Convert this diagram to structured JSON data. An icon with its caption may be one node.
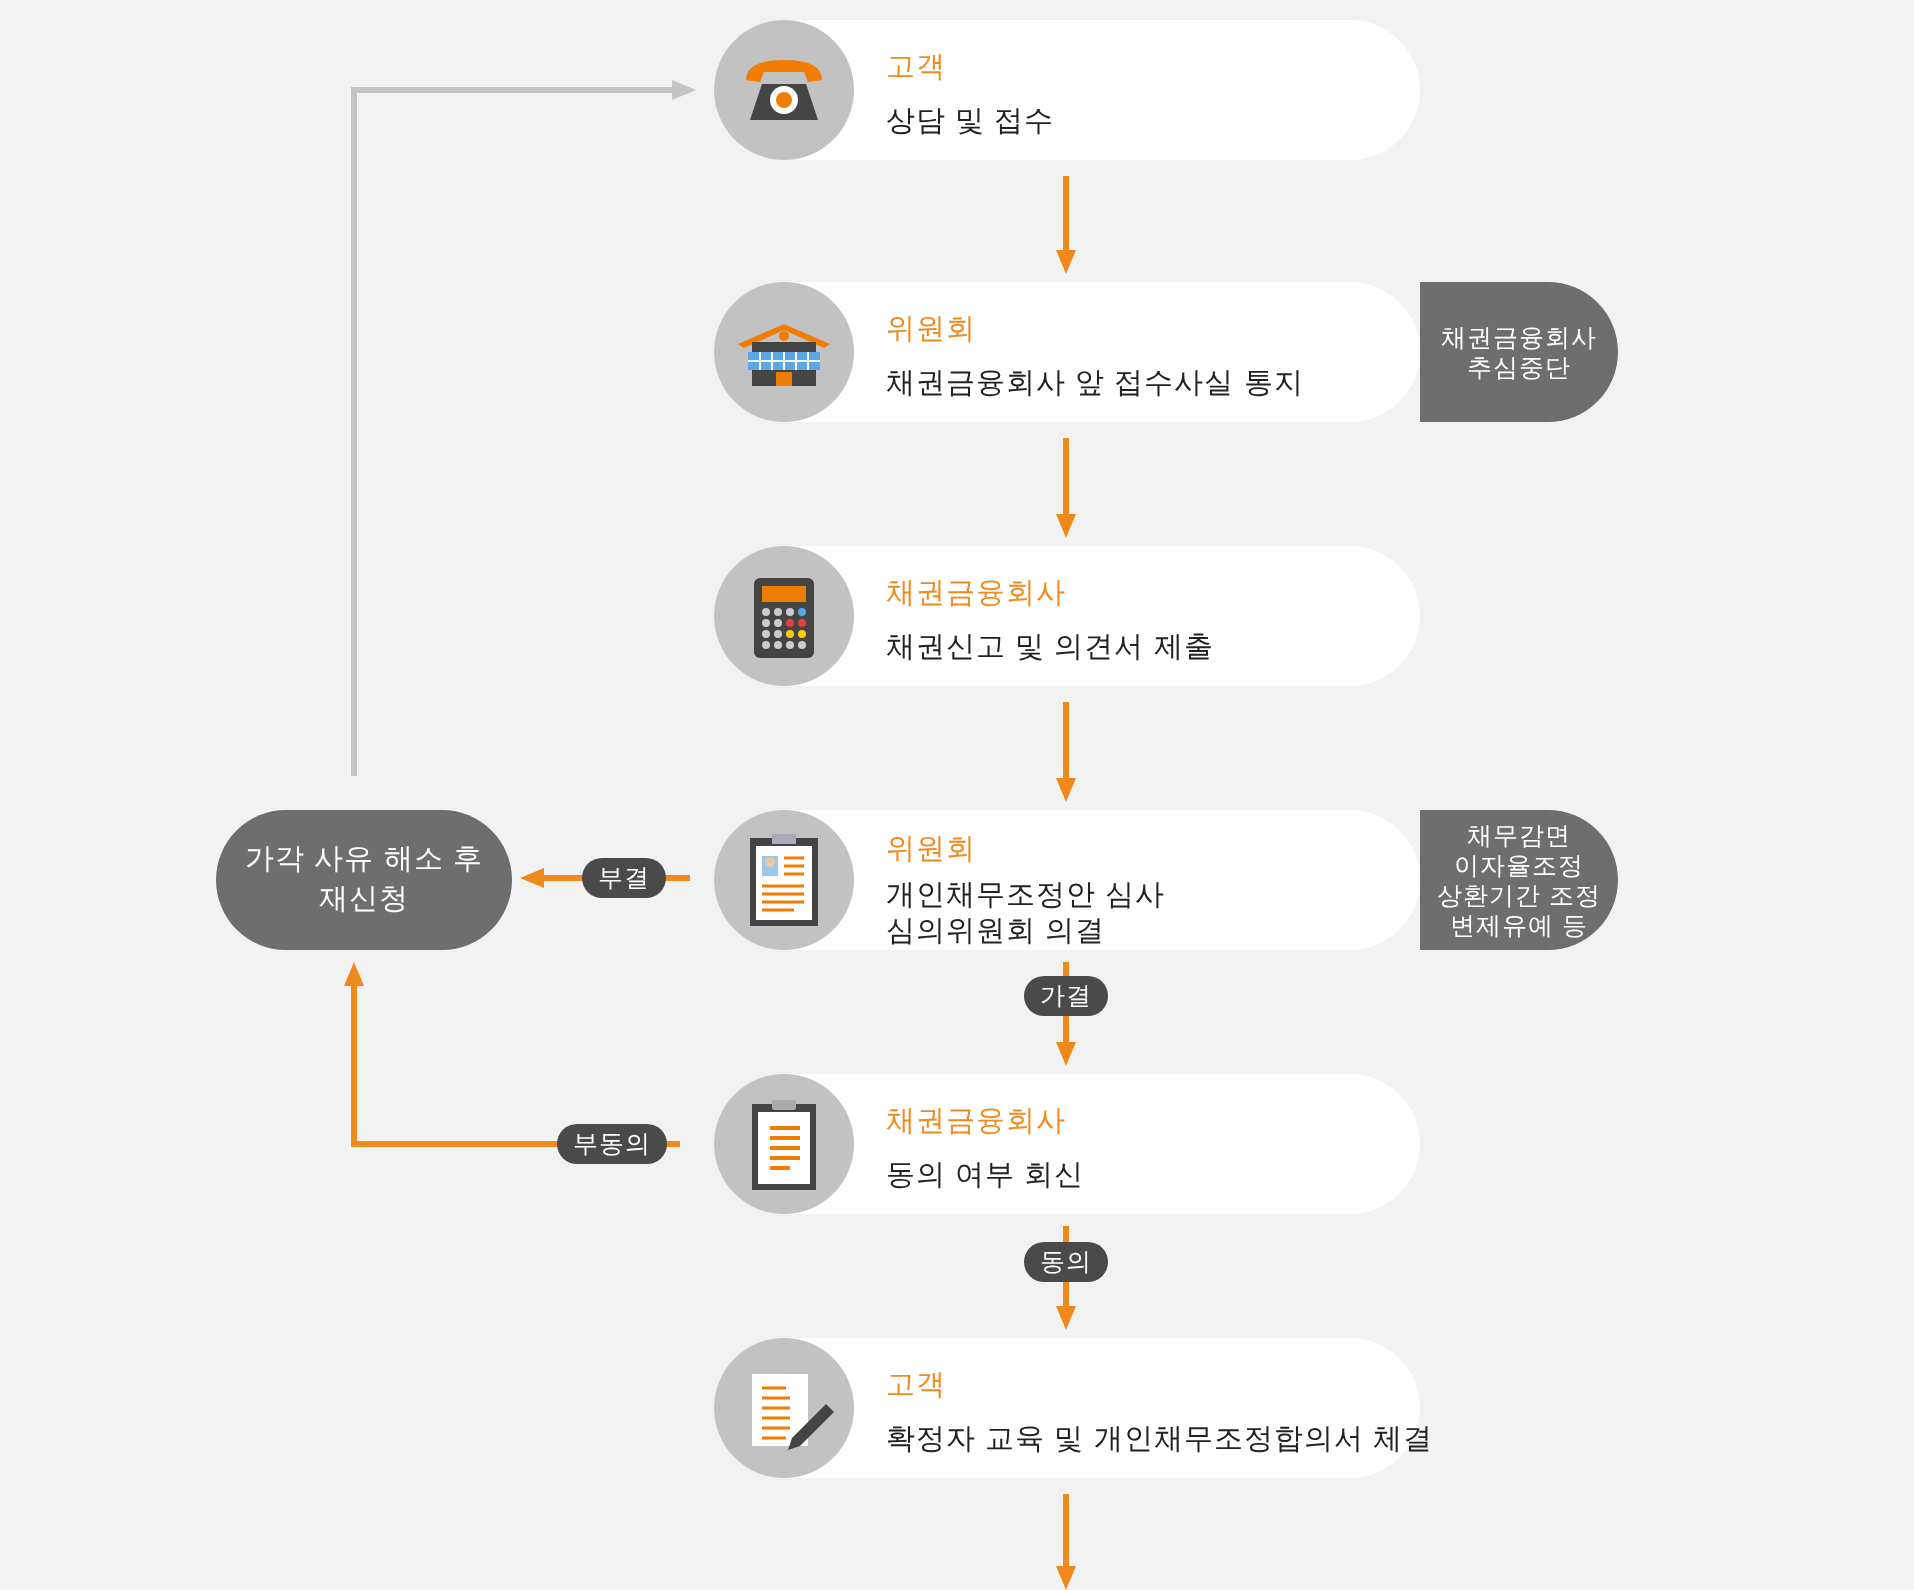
{
  "diagram": {
    "nodes": [
      {
        "text": [
          "고객",
          "상담 및 접수"
        ]
      },
      {
        "text": [
          "위원회",
          "채권금융회사 앞 접수사실 통지"
        ]
      },
      {
        "text": [
          "채권금융회사 추심중단"
        ]
      },
      {
        "text": [
          "채권금융회사",
          "채권신고 및 의견서 제출"
        ]
      },
      {
        "text": [
          "위원회",
          "개인채무조정안 심사",
          "심의위원회 의결"
        ]
      },
      {
        "text": [
          "채무감면",
          "이자율조정",
          "상환기간 조정",
          "변제유예 등"
        ]
      },
      {
        "text": [
          "가각 사유 해소 후 재신청"
        ]
      },
      {
        "text": [
          "채권금융회사",
          "동의 여부 회신"
        ]
      },
      {
        "text": [
          "고객",
          "확정자 교육 및 개인채무조정합의서 체결"
        ]
      }
    ],
    "edges": [
      {
        "from": 0,
        "to": 1,
        "arrow": "to"
      },
      {
        "from": 1,
        "to": 3,
        "arrow": "to"
      },
      {
        "from": 3,
        "to": 4,
        "arrow": "to"
      },
      {
        "from": 4,
        "to": 7,
        "arrow": "to",
        "label": "가결"
      },
      {
        "from": 7,
        "to": 8,
        "arrow": "to",
        "label": "동의"
      },
      {
        "from": 8,
        "to": null,
        "arrow": "to"
      },
      {
        "from": 4,
        "to": 6,
        "arrow": "to",
        "label": "부결"
      },
      {
        "from": 7,
        "to": 6,
        "arrow": "to",
        "label": "부동의"
      },
      {
        "from": 6,
        "to": 0,
        "arrow": "to",
        "color": "#c4c4c4"
      }
    ]
  }
}
